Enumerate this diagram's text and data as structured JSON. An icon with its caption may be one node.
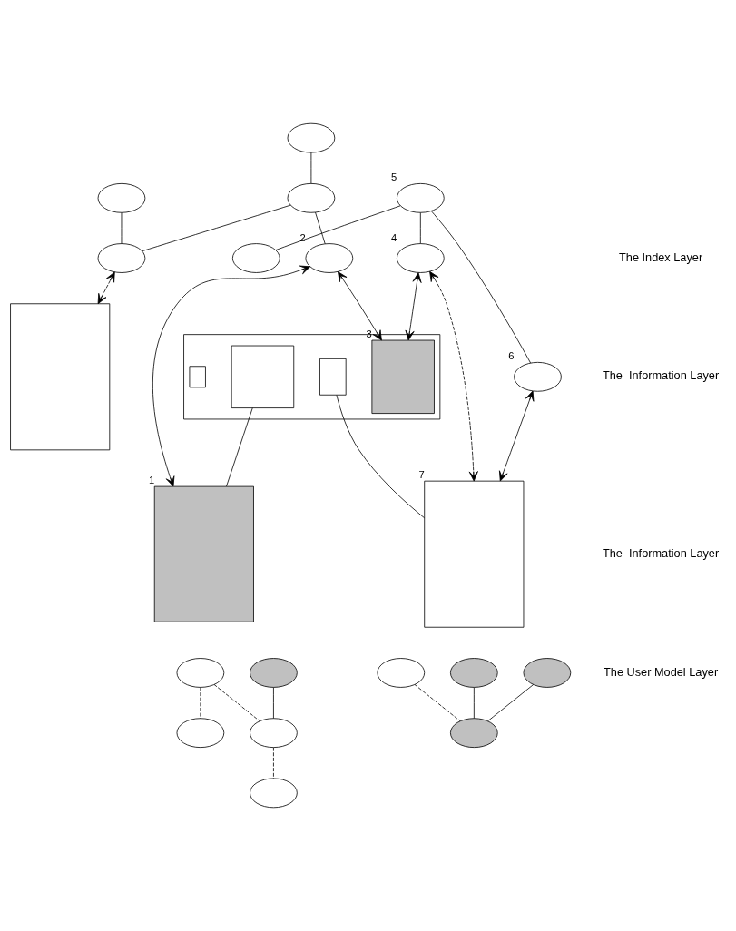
{
  "diagram": {
    "nodes": [
      {
        "text": [],
        "shape": "ellipse"
      },
      {
        "text": [],
        "shape": "ellipse"
      },
      {
        "text": [],
        "shape": "ellipse",
        "beside": [
          "2"
        ]
      },
      {
        "text": [],
        "shape": "ellipse"
      },
      {
        "text": [],
        "shape": "ellipse"
      },
      {
        "text": [],
        "shape": "ellipse",
        "beside": [
          "5"
        ]
      },
      {
        "text": [],
        "shape": "ellipse",
        "beside": [
          "4"
        ]
      },
      {
        "text": [],
        "shape": "ellipse"
      },
      {
        "text": [],
        "shape": "ellipse",
        "beside": [
          "6"
        ]
      },
      {
        "text": [],
        "shape": "box"
      },
      {
        "text": [],
        "shape": "box",
        "in": 9,
        "beside": [
          "3"
        ]
      },
      {
        "text": [],
        "shape": "box",
        "in": 9
      },
      {
        "text": [],
        "shape": "box",
        "in": 9
      },
      {
        "text": [],
        "shape": "box",
        "in": 9
      },
      {
        "text": [],
        "shape": "box",
        "beside": [
          "1"
        ]
      },
      {
        "text": [],
        "shape": "box"
      },
      {
        "text": [],
        "shape": "box",
        "beside": [
          "7"
        ]
      },
      {
        "text": [],
        "shape": "ellipse"
      },
      {
        "text": [],
        "shape": "ellipse"
      },
      {
        "text": [],
        "shape": "ellipse"
      },
      {
        "text": [],
        "shape": "ellipse"
      },
      {
        "text": [],
        "shape": "ellipse"
      },
      {
        "text": [],
        "shape": "ellipse"
      },
      {
        "text": [],
        "shape": "ellipse"
      },
      {
        "text": [],
        "shape": "ellipse"
      },
      {
        "text": [],
        "shape": "ellipse"
      }
    ],
    "edges": [
      {
        "from": 0,
        "to": 1,
        "arrow": "none"
      },
      {
        "from": 1,
        "to": 2,
        "arrow": "none"
      },
      {
        "from": 1,
        "to": 3,
        "arrow": "none"
      },
      {
        "from": 4,
        "to": 3,
        "arrow": "none"
      },
      {
        "from": 5,
        "to": 6,
        "arrow": "none"
      },
      {
        "from": 5,
        "to": 7,
        "arrow": "none"
      },
      {
        "from": 5,
        "to": 8,
        "arrow": "none"
      },
      {
        "from": 2,
        "to": 10,
        "arrow": "both"
      },
      {
        "from": 2,
        "to": 14,
        "arrow": "both"
      },
      {
        "from": 6,
        "to": 10,
        "arrow": "both"
      },
      {
        "from": 3,
        "to": 15,
        "arrow": "both",
        "style": "dashed"
      },
      {
        "from": 6,
        "to": 16,
        "arrow": "both",
        "style": "dashed"
      },
      {
        "from": 8,
        "to": 16,
        "arrow": "both"
      },
      {
        "from": 11,
        "to": 16,
        "arrow": "none"
      },
      {
        "from": 12,
        "to": 14,
        "arrow": "none"
      },
      {
        "from": 17,
        "to": 19,
        "arrow": "none"
      },
      {
        "from": 18,
        "to": 19,
        "arrow": "none",
        "style": "dashed"
      },
      {
        "from": 18,
        "to": 21,
        "arrow": "none",
        "style": "dashed"
      },
      {
        "from": 19,
        "to": 20,
        "arrow": "none",
        "style": "dashed"
      },
      {
        "from": 22,
        "to": 25,
        "arrow": "none",
        "style": "dashed"
      },
      {
        "from": 23,
        "to": 25,
        "arrow": "none"
      },
      {
        "from": 24,
        "to": 25,
        "arrow": "none"
      }
    ],
    "labels": [
      "The Index Layer",
      "The  Information Layer",
      "The  Information Layer",
      "The User Model Layer"
    ]
  }
}
